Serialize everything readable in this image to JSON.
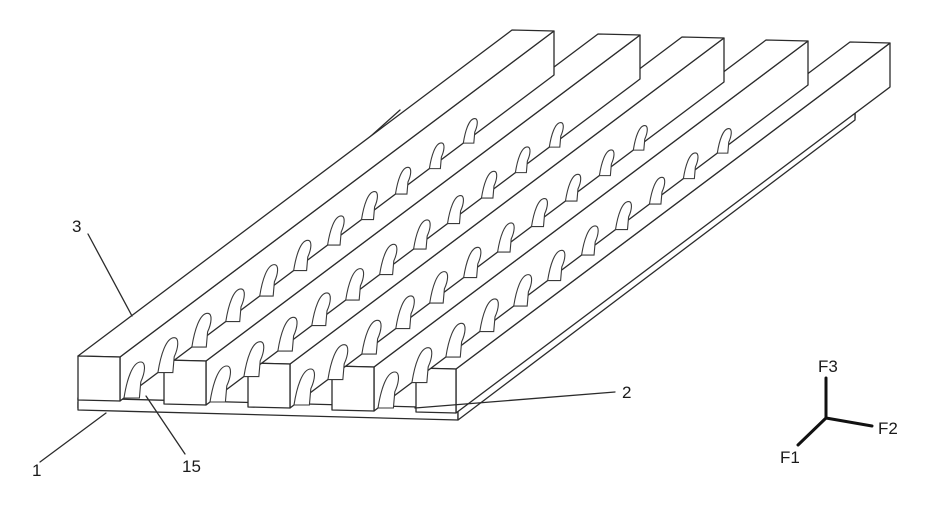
{
  "labels": {
    "substrate": "1",
    "fin": "2",
    "channel_wall": "3",
    "fin_edge": "15"
  },
  "axes": {
    "up": "F3",
    "right": "F2",
    "front": "F1"
  },
  "structure": {
    "wall_count": 5,
    "fins_per_channel": 11
  },
  "colors": {
    "line": "#2b2b2b",
    "background": "#ffffff"
  }
}
